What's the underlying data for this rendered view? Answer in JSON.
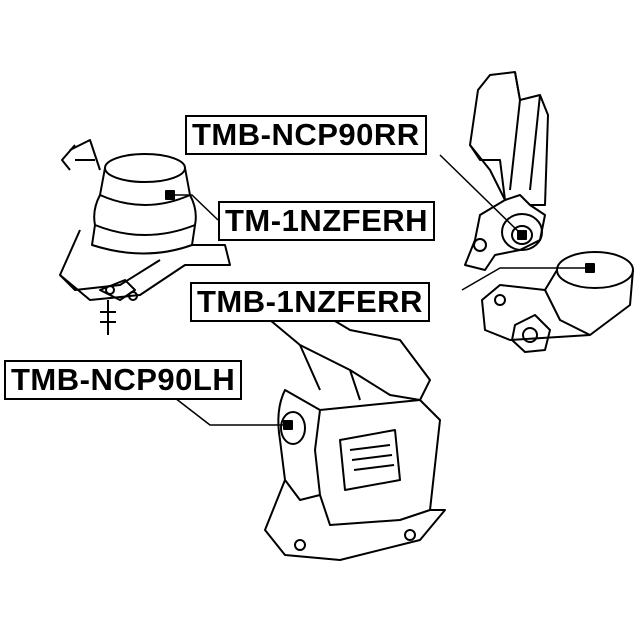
{
  "labels": {
    "rear_right": "TMB-NCP90RR",
    "right_hand": "TM-1NZFERH",
    "rear_right_engine": "TMB-1NZFERR",
    "left_hand": "TMB-NCP90LH"
  },
  "colors": {
    "line": "#000000",
    "background": "#ffffff"
  }
}
